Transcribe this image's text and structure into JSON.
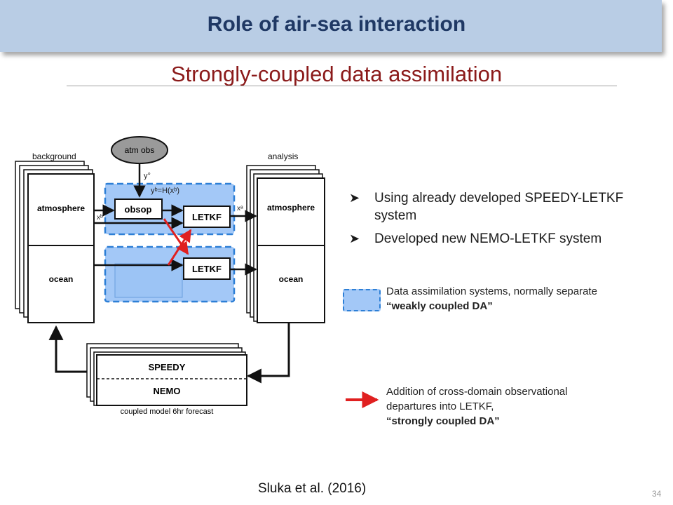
{
  "header": {
    "title": "Role of air-sea interaction",
    "subtitle": "Strongly-coupled data assimilation"
  },
  "diagram": {
    "background_label": "background",
    "analysis_label": "analysis",
    "atm_obs": "atm obs",
    "y_obs": "y°",
    "yb_eq": "yᵇ=H(xᵇ)",
    "xb": "xᵇ",
    "xa": "xᵃ",
    "obsop": "obsop",
    "letkf_top": "LETKF",
    "letkf_bottom": "LETKF",
    "bg_atmosphere": "atmosphere",
    "bg_ocean": "ocean",
    "an_atmosphere": "atmosphere",
    "an_ocean": "ocean",
    "speedy": "SPEEDY",
    "nemo": "NEMO",
    "forecast_label": "coupled model 6hr forecast"
  },
  "bullets": [
    "Using already developed SPEEDY-LETKF system",
    "Developed new NEMO-LETKF system"
  ],
  "legend": {
    "box_line1": "Data assimilation systems, normally separate",
    "box_line2": "“weakly coupled DA”",
    "arrow_line1": "Addition of cross-domain observational departures into LETKF,",
    "arrow_line2": "“strongly coupled DA”"
  },
  "citation": "Sluka et al. (2016)",
  "page_number": "34",
  "colors": {
    "header_bg": "#b9cde5",
    "title": "#1f3864",
    "subtitle": "#8b1a1a",
    "da_fill": "#a3c8f7",
    "da_border": "#2d7fd6",
    "cross_arrow": "#e02020"
  }
}
